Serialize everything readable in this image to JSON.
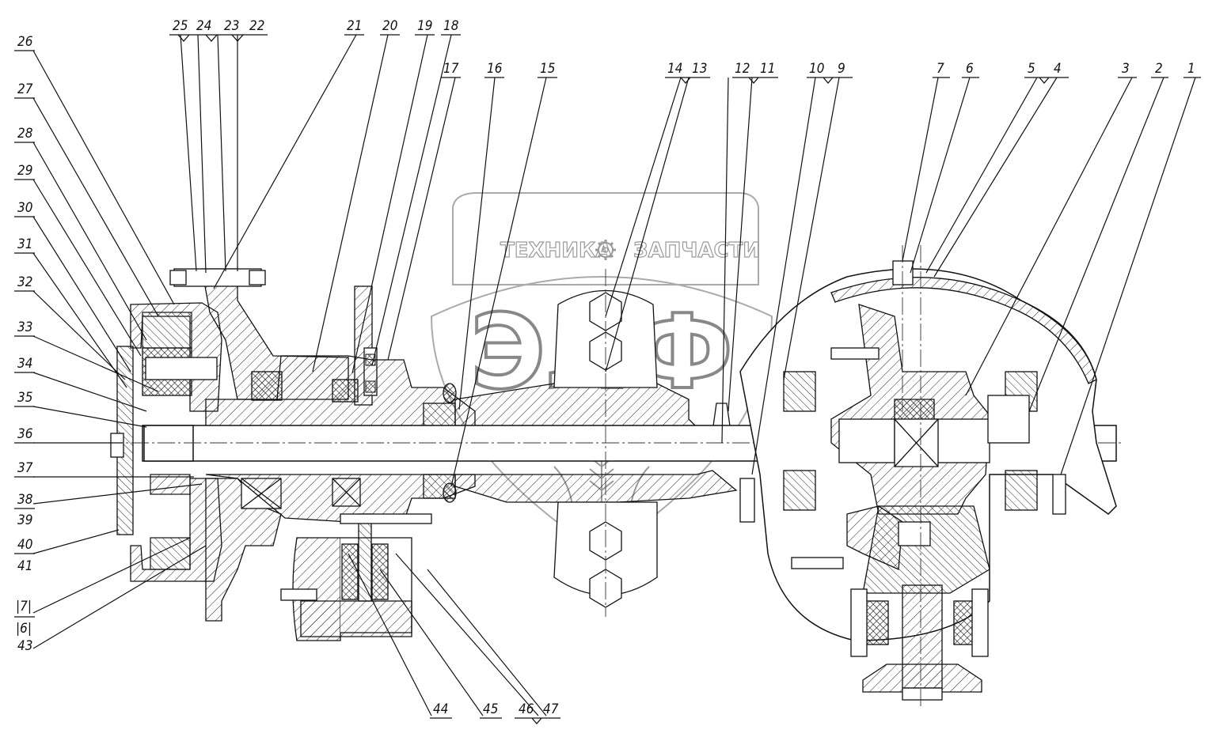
{
  "watermark": {
    "brand_left": "ТЕХНИКА",
    "brand_right": "ЗАПЧАСТИ",
    "logo": "ЭЛФ"
  },
  "callouts_top": [
    {
      "id": "25-22",
      "labels": [
        "25",
        "24",
        "23",
        "22"
      ]
    },
    {
      "id": "21",
      "labels": [
        "21"
      ]
    },
    {
      "id": "20",
      "labels": [
        "20"
      ]
    },
    {
      "id": "19",
      "labels": [
        "19"
      ]
    },
    {
      "id": "18",
      "labels": [
        "18"
      ]
    },
    {
      "id": "17",
      "labels": [
        "17"
      ]
    },
    {
      "id": "16",
      "labels": [
        "16"
      ]
    },
    {
      "id": "15",
      "labels": [
        "15"
      ]
    },
    {
      "id": "14-13",
      "labels": [
        "14",
        "13"
      ]
    },
    {
      "id": "12-11",
      "labels": [
        "12",
        "11"
      ]
    },
    {
      "id": "10-9",
      "labels": [
        "10",
        "9"
      ]
    },
    {
      "id": "7",
      "labels": [
        "7"
      ]
    },
    {
      "id": "6",
      "labels": [
        "6"
      ]
    },
    {
      "id": "5-4",
      "labels": [
        "5",
        "4"
      ]
    },
    {
      "id": "3",
      "labels": [
        "3"
      ]
    },
    {
      "id": "2",
      "labels": [
        "2"
      ]
    },
    {
      "id": "1",
      "labels": [
        "1"
      ]
    }
  ],
  "callouts_left": [
    "26",
    "27",
    "28",
    "29",
    "30",
    "31",
    "32",
    "33",
    "34",
    "35",
    "36",
    "37",
    "38",
    "39",
    "40",
    "41",
    "|7|",
    "|6|",
    "43"
  ],
  "callouts_bottom": [
    {
      "id": "44",
      "labels": [
        "44"
      ]
    },
    {
      "id": "45",
      "labels": [
        "45"
      ]
    },
    {
      "id": "46-47",
      "labels": [
        "46",
        "47"
      ]
    }
  ]
}
